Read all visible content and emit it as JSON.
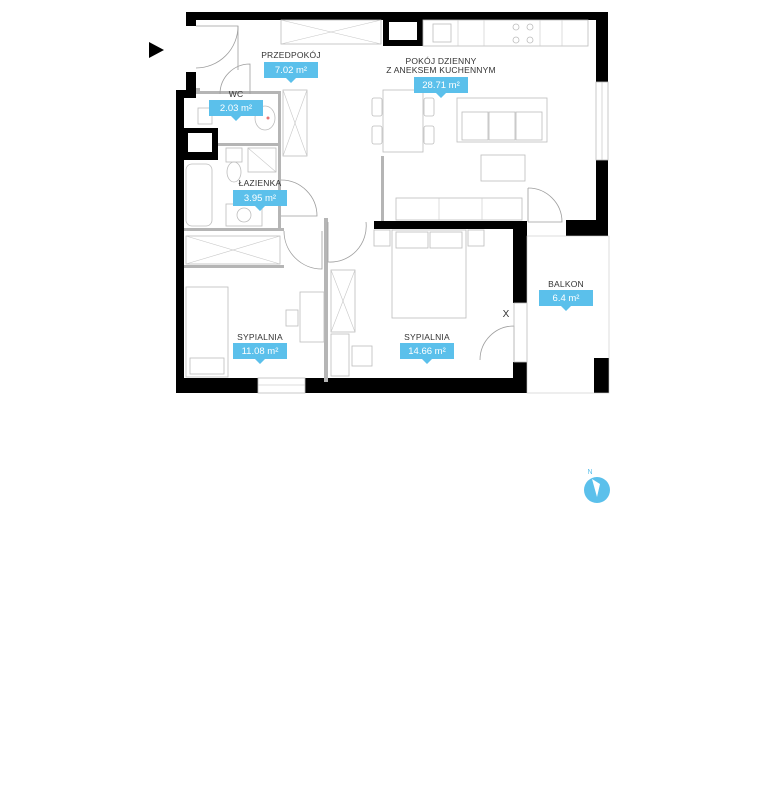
{
  "colors": {
    "label_bg": "#5bc0eb",
    "wall": "#000000",
    "compass": "#5bc0eb"
  },
  "rooms": [
    {
      "id": "przedpokoj",
      "name": "PRZEDPOKÓJ",
      "name2": "",
      "area": "7.02 m²"
    },
    {
      "id": "pokoj",
      "name": "POKÓJ DZIENNY",
      "name2": "Z ANEKSEM KUCHENNYM",
      "area": "28.71 m²"
    },
    {
      "id": "wc",
      "name": "WC",
      "name2": "",
      "area": "2.03 m²"
    },
    {
      "id": "lazienka",
      "name": "ŁAZIENKA",
      "name2": "",
      "area": "3.95 m²"
    },
    {
      "id": "sypialnia1",
      "name": "SYPIALNIA",
      "name2": "",
      "area": "11.08 m²"
    },
    {
      "id": "sypialnia2",
      "name": "SYPIALNIA",
      "name2": "",
      "area": "14.66 m²"
    },
    {
      "id": "balkon",
      "name": "BALKON",
      "name2": "",
      "area": "6.4 m²"
    }
  ],
  "marker": "X",
  "compass": {
    "label": "N",
    "icon": "compass-icon"
  },
  "entrance": {
    "icon": "entrance-arrow-icon"
  }
}
